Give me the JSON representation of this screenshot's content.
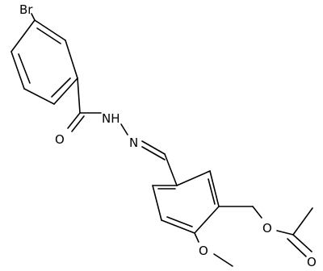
{
  "atoms": {
    "br": "Br",
    "o_carbonyl": "O",
    "nh": "NH",
    "n_imine": "N",
    "o_methoxy": "O",
    "o_ester": "O",
    "o_acetyl": "O"
  },
  "colors": {
    "bond": "#000000",
    "label": "#000000",
    "background": "#ffffff"
  }
}
